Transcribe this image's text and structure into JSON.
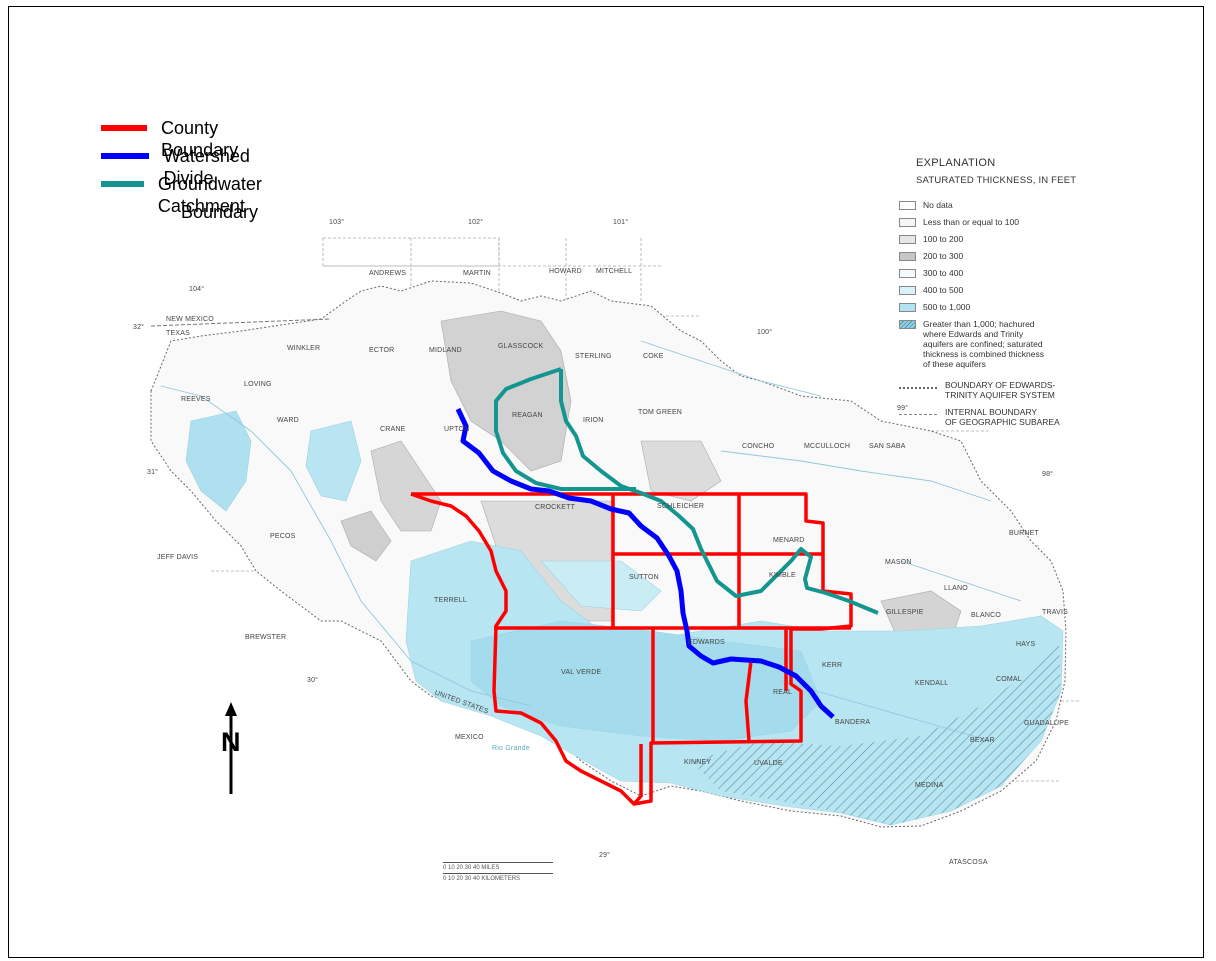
{
  "legend": {
    "items": [
      {
        "label": "County Boundary",
        "color": "#ff0000"
      },
      {
        "label": "Watershed Divide",
        "color": "#0000ff"
      },
      {
        "label": "Groundwater Catchment",
        "color": "#15958f"
      }
    ],
    "item3_line2": "Boundary"
  },
  "explanation": {
    "title": "EXPLANATION",
    "subtitle": "SATURATED THICKNESS, IN FEET",
    "items": [
      {
        "label": "No data",
        "color": "#ffffff"
      },
      {
        "label": "Less than or equal to 100",
        "color": "#f6f6f6"
      },
      {
        "label": "100 to 200",
        "color": "#e6e6e6"
      },
      {
        "label": "200 to 300",
        "color": "#c6c6c6"
      },
      {
        "label": "300 to 400",
        "color": "#f5fbfd"
      },
      {
        "label": "400 to 500",
        "color": "#d9f1f8"
      },
      {
        "label": "500 to 1,000",
        "color": "#b3e4f1"
      }
    ],
    "greater_lines": [
      "Greater than 1,000; hachured",
      "where Edwards and Trinity",
      "aquifers are confined; saturated",
      "thickness is combined thickness",
      "of these aquifers"
    ],
    "greater_color": "#8fd3e8",
    "boundary_lines": [
      "BOUNDARY OF EDWARDS-",
      "TRINITY AQUIFER SYSTEM"
    ],
    "internal_lines": [
      "INTERNAL BOUNDARY",
      "OF GEOGRAPHIC SUBAREA"
    ]
  },
  "map": {
    "counties": [
      "ANDREWS",
      "MARTIN",
      "HOWARD",
      "MITCHELL",
      "WINKLER",
      "ECTOR",
      "MIDLAND",
      "GLASSCOCK",
      "STERLING",
      "COKE",
      "LOVING",
      "REEVES",
      "WARD",
      "CRANE",
      "UPTON",
      "REAGAN",
      "IRION",
      "TOM GREEN",
      "CONCHO",
      "MCCULLOCH",
      "SAN SABA",
      "PECOS",
      "CROCKETT",
      "SCHLEICHER",
      "MENARD",
      "MASON",
      "BURNET",
      "JEFF DAVIS",
      "TERRELL",
      "SUTTON",
      "KIMBLE",
      "LLANO",
      "GILLESPIE",
      "BLANCO",
      "TRAVIS",
      "BREWSTER",
      "VAL VERDE",
      "EDWARDS",
      "KERR",
      "HAYS",
      "KENDALL",
      "COMAL",
      "REAL",
      "BANDERA",
      "BEXAR",
      "GUADALUPE",
      "KINNEY",
      "UVALDE",
      "MEDINA",
      "ATASCOSA"
    ],
    "states": [
      "NEW MEXICO",
      "TEXAS",
      "UNITED STATES",
      "MEXICO"
    ],
    "river": "Rio Grande",
    "longitudes": [
      "103°",
      "102°",
      "101°",
      "104°",
      "100°",
      "99°",
      "98°"
    ],
    "latitudes": [
      "32°",
      "31°",
      "30°",
      "29°"
    ],
    "scale_miles": "0 10 20 30 40 MILES",
    "scale_km": "0 10 20 30 40 KILOMETERS"
  },
  "north_arrow": {
    "label": "N"
  }
}
